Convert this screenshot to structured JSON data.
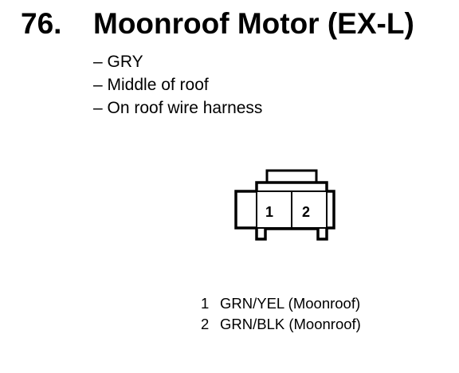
{
  "title": {
    "number": "76.",
    "text": "Moonroof Motor (EX-L)"
  },
  "details": [
    "– GRY",
    "– Middle of roof",
    "– On roof wire harness"
  ],
  "connector": {
    "pins": [
      "1",
      "2"
    ]
  },
  "pin_list": [
    {
      "pin": "1",
      "desc": "GRN/YEL (Moonroof)"
    },
    {
      "pin": "2",
      "desc": "GRN/BLK (Moonroof)"
    }
  ]
}
